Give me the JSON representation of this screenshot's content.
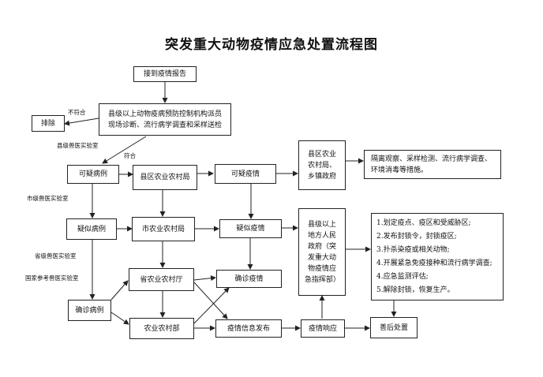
{
  "title": "突发重大动物疫情应急处置流程图",
  "nodes": {
    "receive_report": "接到疫情报告",
    "exclude": "排除",
    "county_agency_l1": "县级以上动物疫病预防控制机构派员",
    "county_agency_l2": "现场诊断、流行病学调查和采样送检",
    "suspect_case": "可疑病例",
    "county_agri_bureau": "县区农业农村局",
    "suspect_epidemic": "可疑疫情",
    "county_gov": "县区农业农村局、乡镇政府",
    "isolation_measures": "隔离观察、采样检测、流行病学调查、环境消毒等措施。",
    "likely_case": "疑似病例",
    "city_agri_bureau": "市农业农村局",
    "likely_epidemic": "疑似疫情",
    "provincial_agri_dept": "省农业农村厅",
    "confirmed_epidemic": "确诊疫情",
    "confirmed_case": "确诊病例",
    "ministry": "农业农村部",
    "info_release": "疫情信息发布",
    "epidemic_response": "疫情响应",
    "aftermath": "善后处置",
    "local_gov": "县级以上地方人民政府（突发重大动物疫情应急指挥部）",
    "measures": [
      "1.划定疫点、疫区和受威胁区;",
      "2.发布封锁令，封锁疫区;",
      "3.扑杀染疫或相关动物;",
      "4.开展紧急免疫接种和流行病学调查;",
      "4.应急监测评估;",
      "5.解除封锁，恢复生产。"
    ]
  },
  "edge_labels": {
    "not_match": "不符合",
    "match": "符合",
    "county_lab": "县级兽医实验室",
    "city_lab": "市级兽医实验室",
    "provincial_lab": "省级兽医实验室",
    "national_lab": "国家参考兽医实验室"
  }
}
